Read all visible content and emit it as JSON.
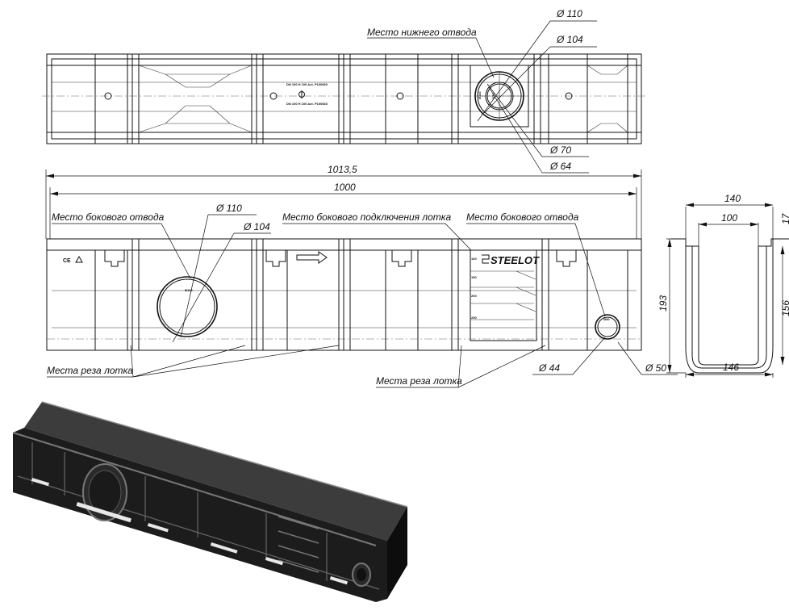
{
  "top_view": {
    "label_bottom_outlet": "Место нижнего отвода",
    "dia_110": "Ø 110",
    "dia_104": "Ø 104",
    "dia_70": "Ø 70",
    "dia_64": "Ø 64",
    "marking_line1": "DN 100 H 100 Act. P100660",
    "marking_line2": "DN 100 H 100 Act. P100660",
    "outlet_marking_1": "Ø110",
    "outlet_marking_2": "Ø70"
  },
  "side_view": {
    "length_overall": "1013,5",
    "length_nominal": "1000",
    "label_side_outlet_left": "Место бокового отвода",
    "dia_110": "Ø 110",
    "dia_104": "Ø 104",
    "label_side_connection": "Место бокового подключения лотка",
    "label_side_outlet_right": "Место бокового отвода",
    "label_cut_places_left": "Места реза лотка",
    "label_cut_places_right": "Места реза лотка",
    "dia_44": "Ø 44",
    "dia_50": "Ø 50",
    "brand": "STEELOT",
    "ce_mark": "CE",
    "side_outlet_marking": "Ø110",
    "small_outlet_marking": "Ø50",
    "height_marks": [
      "100",
      "150",
      "200",
      "250"
    ]
  },
  "cross_section": {
    "width_top": "140",
    "width_inner": "100",
    "height_total": "193",
    "height_inner": "156",
    "flange": "17",
    "width_bottom": "146"
  }
}
